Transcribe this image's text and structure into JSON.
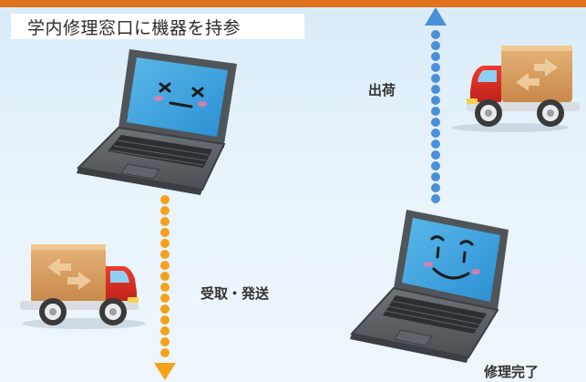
{
  "title": "学内修理窓口に機器を持参",
  "labels": {
    "receive_ship": "受取・発送",
    "ship_out": "出荷",
    "repair_complete": "修理完了"
  },
  "colors": {
    "accent_bar": "#e0711d",
    "dots_orange": "#f5a21a",
    "dots_blue": "#4a90d9",
    "truck_red": "#d62a22",
    "box_brown": "#d69a5c"
  },
  "icons": {
    "broken_laptop": "laptop-broken-face-icon",
    "fixed_laptop": "laptop-smiling-face-icon",
    "truck": "delivery-truck-icon"
  }
}
